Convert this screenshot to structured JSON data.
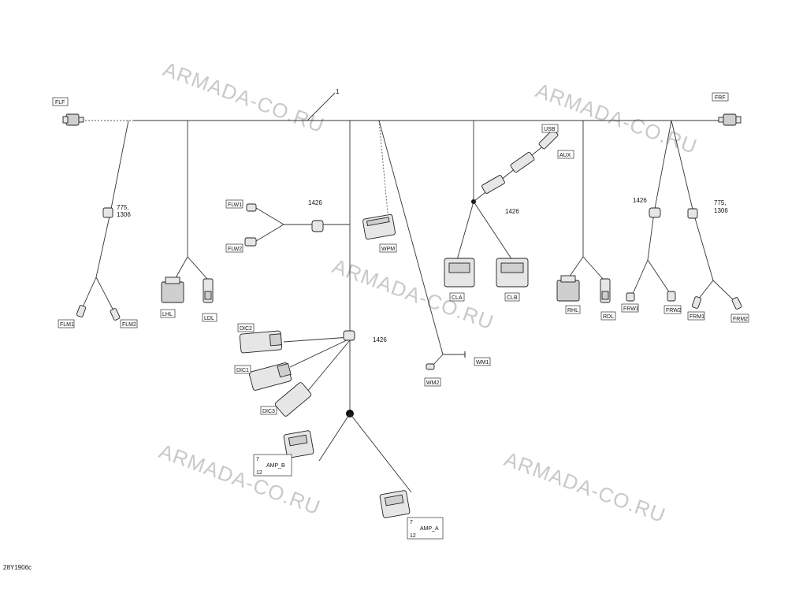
{
  "watermark": "ARMADA-CO.RU",
  "harness_number": "1",
  "drawing_code": "28Y1906c",
  "connectors": {
    "flf": "FLF",
    "frf": "FRF",
    "usb": "USB",
    "aux": "AUX",
    "flw1": "FLW1",
    "flw2": "FLW2",
    "wpm": "WPM",
    "lhl": "LHL",
    "ldl": "LDL",
    "flm1": "FLM1",
    "flm2": "FLM2",
    "cla": "CLA",
    "clb": "CLB",
    "rhl": "RHL",
    "rdl": "RDL",
    "frw1": "FRW1",
    "frw2": "FRW2",
    "frm1": "FRM1",
    "frm2": "FRM2",
    "dic2": "DIC2",
    "dic1": "DIC1",
    "dic3": "DIC3",
    "wm1": "WM1",
    "wm2": "WM2",
    "amp_b": "AMP_B",
    "amp_a": "AMP_A"
  },
  "callouts": {
    "ref_775_1306": "775,",
    "ref_1306": "1306",
    "ref_1426": "1426",
    "amp_pin_7": "7",
    "amp_pin_12": "12"
  }
}
